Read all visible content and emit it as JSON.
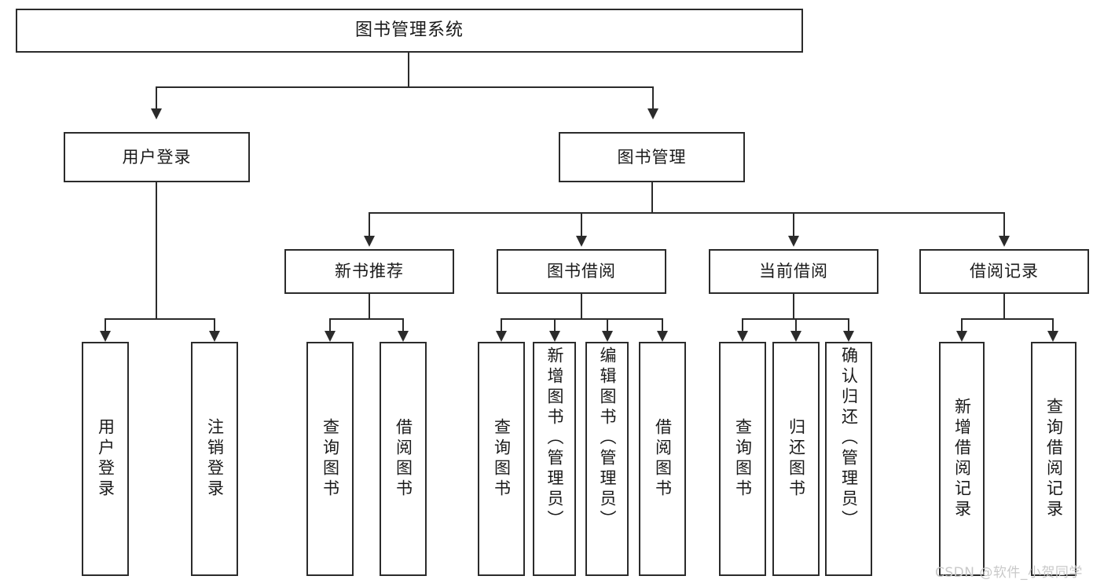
{
  "diagram": {
    "title_node": {
      "label": "图书管理系统"
    },
    "level2": [
      {
        "label": "用户登录"
      },
      {
        "label": "图书管理"
      }
    ],
    "level3": [
      {
        "label": "新书推荐"
      },
      {
        "label": "图书借阅"
      },
      {
        "label": "当前借阅"
      },
      {
        "label": "借阅记录"
      }
    ],
    "leaves": {
      "user_login": [
        {
          "label": "用户登录"
        },
        {
          "label": "注销登录"
        }
      ],
      "new_book_recommend": [
        {
          "label": "查询图书"
        },
        {
          "label": "借阅图书"
        }
      ],
      "book_borrow": [
        {
          "label": "查询图书"
        },
        {
          "label": "新增图书（管理员）"
        },
        {
          "label": "编辑图书（管理员）"
        },
        {
          "label": "借阅图书"
        }
      ],
      "current_borrow": [
        {
          "label": "查询图书"
        },
        {
          "label": "归还图书"
        },
        {
          "label": "确认归还（管理员）"
        }
      ],
      "borrow_record": [
        {
          "label": "新增借阅记录"
        },
        {
          "label": "查询借阅记录"
        }
      ]
    }
  },
  "watermark": {
    "text": "CSDN @软件_小贺同学"
  },
  "colors": {
    "stroke": "#2b2b2b",
    "background": "#ffffff",
    "text": "#1a1a1a",
    "watermark": "#c9c9c9"
  }
}
